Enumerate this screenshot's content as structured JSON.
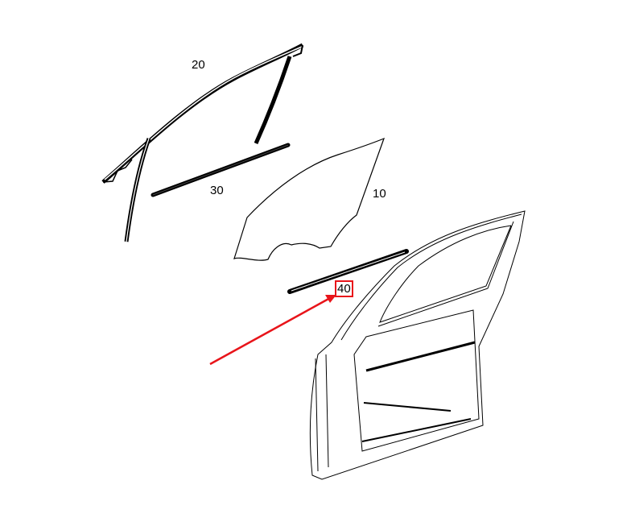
{
  "diagram": {
    "type": "exploded-parts-view",
    "subject": "front door glass and weatherstrips",
    "parts": [
      {
        "id": "10",
        "label": "10",
        "description": "door window glass"
      },
      {
        "id": "20",
        "label": "20",
        "description": "door frame / window channel weatherstrip"
      },
      {
        "id": "30",
        "label": "30",
        "description": "inner belt weatherstrip"
      },
      {
        "id": "40",
        "label": "40",
        "description": "outer belt weatherstrip",
        "highlighted": true
      }
    ],
    "highlight": {
      "part": "40",
      "box_color": "#e8141a",
      "arrow_color": "#e8141a"
    },
    "line_color": "#000000",
    "background": "#ffffff"
  }
}
